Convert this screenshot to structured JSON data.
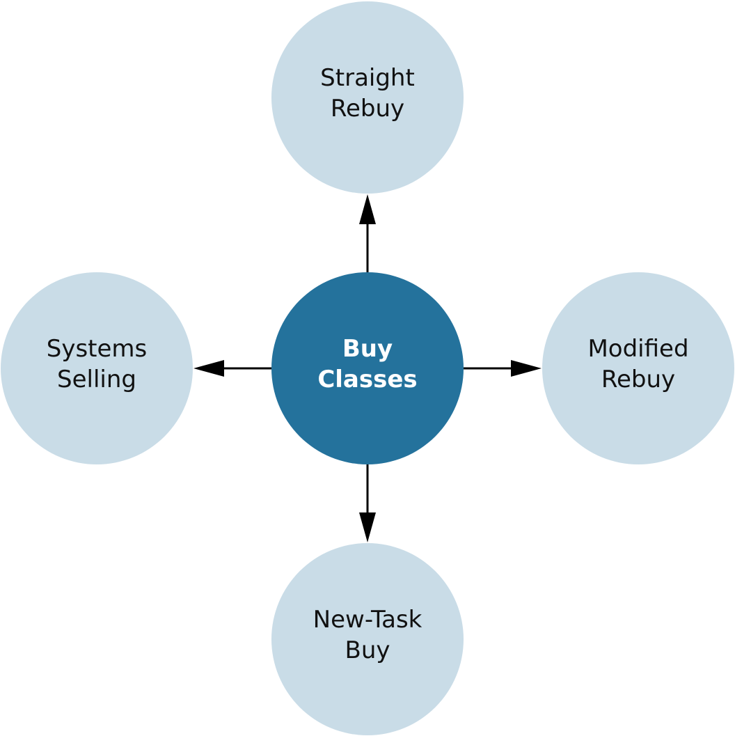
{
  "center": {
    "line1": "Buy",
    "line2": "Classes",
    "color": "#24729c"
  },
  "nodes": {
    "top": {
      "line1": "Straight",
      "line2": "Rebuy"
    },
    "left": {
      "line1": "Systems",
      "line2": "Selling"
    },
    "right": {
      "line1": "Modified",
      "line2": "Rebuy"
    },
    "bottom": {
      "line1": "New-Task",
      "line2": "Buy"
    }
  },
  "colors": {
    "outer_node": "#c9dce7",
    "arrow": "#000000"
  }
}
